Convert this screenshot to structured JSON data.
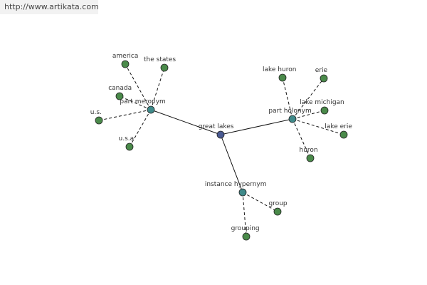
{
  "watermark": "http://www.artikata.com",
  "colors": {
    "center": "#4a5a92",
    "relation": "#3f8a8a",
    "leaf": "#4a8a4a",
    "edge": "#111111",
    "label": "#333333"
  },
  "graph": {
    "center": {
      "id": "great-lakes",
      "label": "great lakes"
    },
    "relations": [
      {
        "id": "part-meronym",
        "label": "part meronym",
        "children": [
          "america",
          "the states",
          "canada",
          "u.s.",
          "u.s.a"
        ]
      },
      {
        "id": "part-holonym",
        "label": "part holonym",
        "children": [
          "lake huron",
          "erie",
          "lake michigan",
          "lake erie",
          "huron"
        ]
      },
      {
        "id": "instance-hypernym",
        "label": "instance hypernym",
        "children": [
          "group",
          "grouping"
        ]
      }
    ]
  }
}
